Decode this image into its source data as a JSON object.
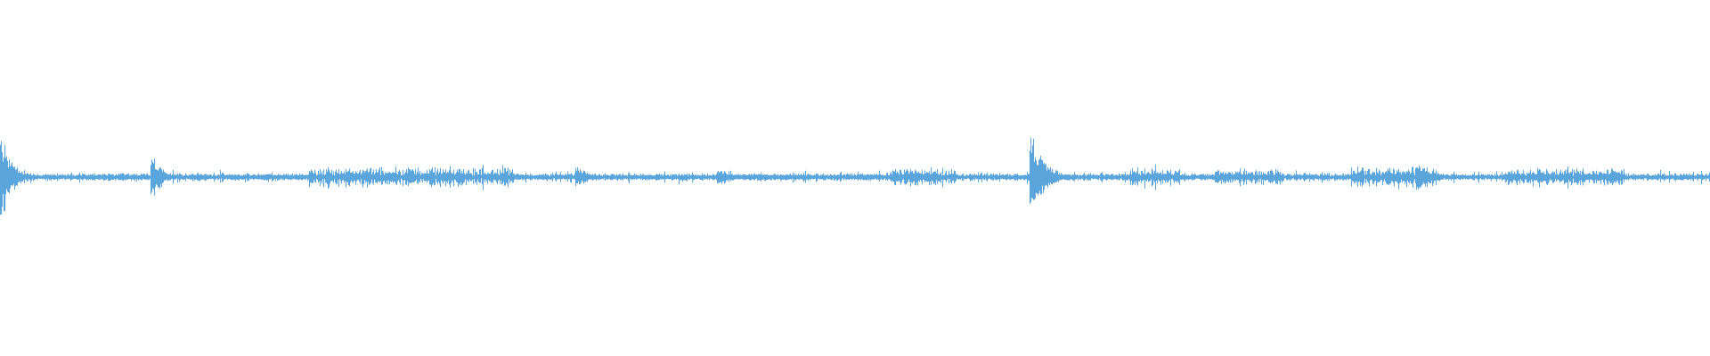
{
  "waveform": {
    "color": "#5aa5dc",
    "background": "#ffffff",
    "baseline_level": 0.012,
    "noise_level": 0.03,
    "peaks": [
      {
        "position": 0.0,
        "amplitude": 0.32,
        "decay": 0.006
      },
      {
        "position": 0.088,
        "amplitude": 0.16,
        "decay": 0.006
      },
      {
        "position": 0.336,
        "amplitude": 0.08,
        "decay": 0.01
      },
      {
        "position": 0.419,
        "amplitude": 0.06,
        "decay": 0.01
      },
      {
        "position": 0.602,
        "amplitude": 0.3,
        "decay": 0.008
      },
      {
        "position": 0.828,
        "amplitude": 0.1,
        "decay": 0.01
      },
      {
        "position": 0.999,
        "amplitude": 0.06,
        "decay": 0.004
      }
    ],
    "active_regions": [
      {
        "start": 0.18,
        "end": 0.3,
        "level": 0.045
      },
      {
        "start": 0.52,
        "end": 0.56,
        "level": 0.04
      },
      {
        "start": 0.66,
        "end": 0.69,
        "level": 0.04
      },
      {
        "start": 0.71,
        "end": 0.75,
        "level": 0.035
      },
      {
        "start": 0.79,
        "end": 0.84,
        "level": 0.045
      },
      {
        "start": 0.88,
        "end": 0.95,
        "level": 0.035
      }
    ]
  }
}
